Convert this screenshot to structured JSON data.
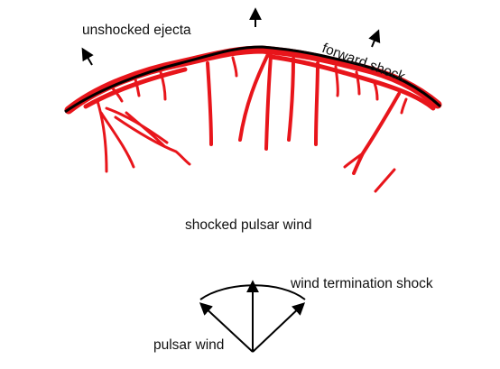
{
  "labels": {
    "unshocked_ejecta": "unshocked ejecta",
    "forward_shock": "forward shock",
    "shocked_pulsar_wind": "shocked pulsar wind",
    "wind_termination_shock": "wind termination shock",
    "pulsar_wind": "pulsar wind"
  },
  "colors": {
    "shock_line": "#000000",
    "filaments": "#e8151b",
    "text": "#111111",
    "arrows": "#000000"
  },
  "icons": {
    "outward_arrows": "arrow-icon",
    "pulsar_wind_arrows": "arrow-icon"
  }
}
